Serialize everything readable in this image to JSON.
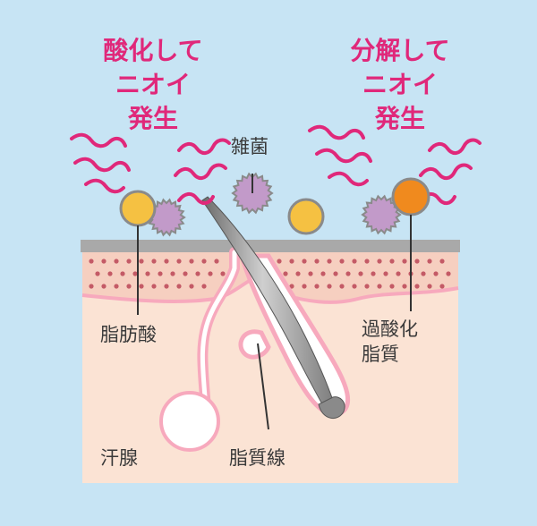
{
  "left_caption": {
    "lines": [
      "酸化して",
      "ニオイ",
      "発生"
    ]
  },
  "right_caption": {
    "lines": [
      "分解して",
      "ニオイ",
      "発生"
    ]
  },
  "labels": {
    "bacteria": "雑菌",
    "fatty_acid": "脂肪酸",
    "peroxide": {
      "lines": [
        "過酸化",
        "脂質"
      ]
    },
    "sweat_gland": "汗腺",
    "sebaceous_gland": "脂質線"
  },
  "colors": {
    "accent": "#e0287a",
    "background": "#c7e4f4",
    "skin": "#fbe3d4",
    "skin_surface": "#a9a9a9",
    "dots": "#c45a66",
    "fatty_acid": "#f5c142",
    "bacteria": "#c29ac9",
    "peroxide": "#f08a1e"
  },
  "icons": [
    "wavy-odor-line-icon",
    "bacteria-icon",
    "fatty-acid-icon",
    "peroxide-lipid-icon",
    "hair-icon"
  ]
}
